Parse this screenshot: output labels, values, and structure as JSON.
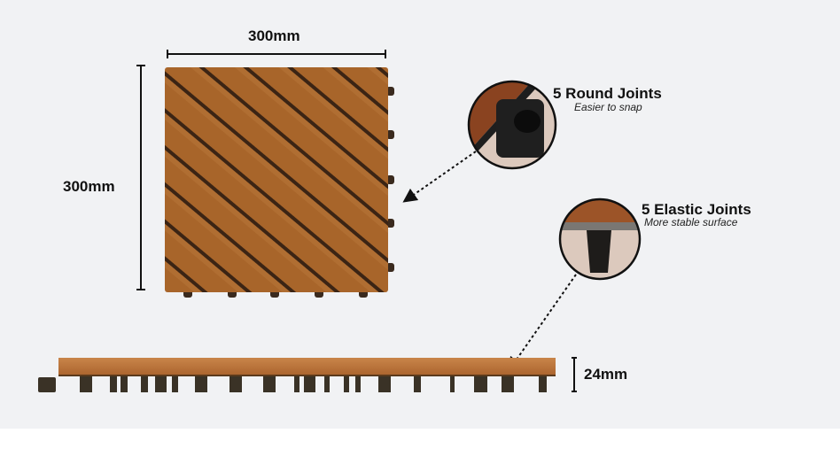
{
  "dimensions": {
    "width": "300mm",
    "length": "300mm",
    "height": "24mm"
  },
  "callouts": [
    {
      "title": "5 Round Joints",
      "subtitle": "Easier to snap"
    },
    {
      "title": "5 Elastic Joints",
      "subtitle": "More stable surface"
    }
  ],
  "colors": {
    "background": "#f1f2f4",
    "wood": "#a8652a",
    "joint": "#2a2620"
  }
}
